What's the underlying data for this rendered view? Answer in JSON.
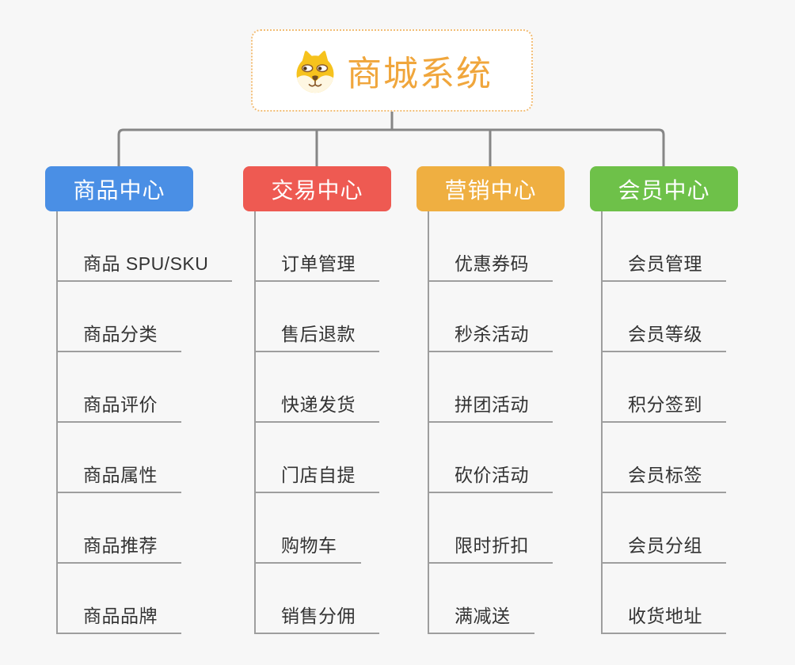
{
  "app": {
    "type": "mind-map-diagram",
    "background": "#f7f7f7"
  },
  "root": {
    "label": "商城系统",
    "icon": "dog-face-icon",
    "text_color": "#f0a63c",
    "border_color": "#f2bd76",
    "fill": "#ffffff"
  },
  "connectors": {
    "trunk_color": "#868686",
    "spine_color": "#9e9e9e",
    "underline_color": "#9e9e9e"
  },
  "leaf_text_color": "#333333",
  "branches": [
    {
      "label": "商品中心",
      "color": "#4a8fe5",
      "items": [
        "商品 SPU/SKU",
        "商品分类",
        "商品评价",
        "商品属性",
        "商品推荐",
        "商品品牌"
      ]
    },
    {
      "label": "交易中心",
      "color": "#ee5a52",
      "items": [
        "订单管理",
        "售后退款",
        "快递发货",
        "门店自提",
        "购物车",
        "销售分佣"
      ]
    },
    {
      "label": "营销中心",
      "color": "#efaf41",
      "items": [
        "优惠券码",
        "秒杀活动",
        "拼团活动",
        "砍价活动",
        "限时折扣",
        "满减送"
      ]
    },
    {
      "label": "会员中心",
      "color": "#6ec149",
      "items": [
        "会员管理",
        "会员等级",
        "积分签到",
        "会员标签",
        "会员分组",
        "收货地址"
      ]
    }
  ]
}
